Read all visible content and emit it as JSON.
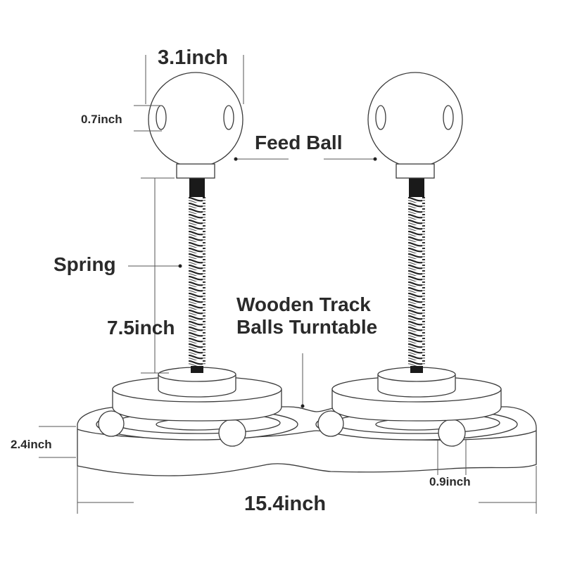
{
  "labels": {
    "ball_width": "3.1inch",
    "ball_hole": "0.7inch",
    "feed_ball": "Feed Ball",
    "spring": "Spring",
    "height": "7.5inch",
    "track_line1": "Wooden Track",
    "track_line2": "Balls Turntable",
    "base_height": "2.4inch",
    "ball_dia": "0.9inch",
    "total_length": "15.4inch"
  },
  "colors": {
    "text": "#2a2a2a",
    "outline": "#3a3a3a",
    "spring": "#222222",
    "fill": "#ffffff"
  }
}
